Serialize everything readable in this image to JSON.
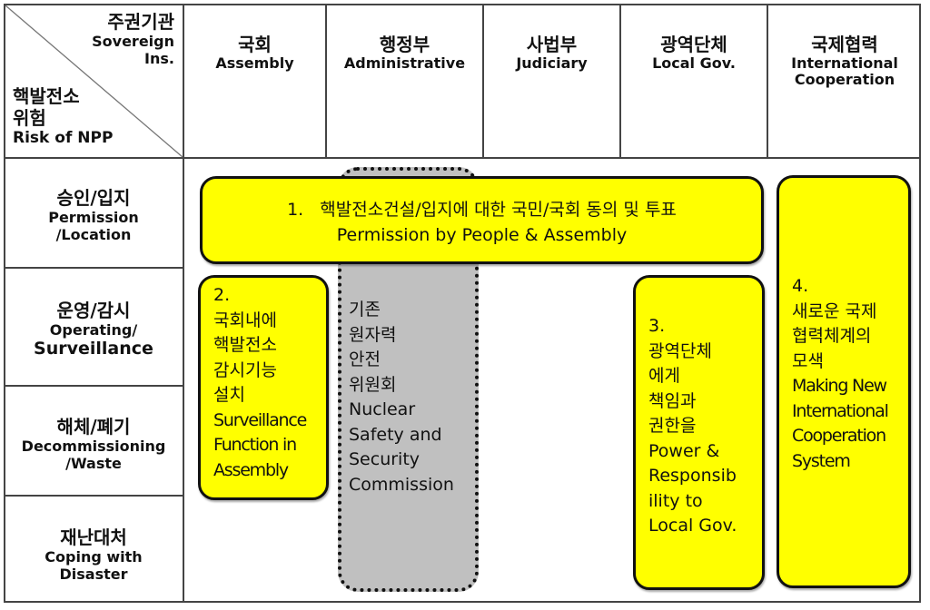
{
  "header": {
    "corner": {
      "top_kr": "주권기관",
      "top_en_1": "Sovereign",
      "top_en_2": "Ins.",
      "bottom_kr_1": "핵발전소",
      "bottom_kr_2": "위험",
      "bottom_en": "Risk of NPP"
    },
    "columns": [
      {
        "kr": "국회",
        "en": "Assembly"
      },
      {
        "kr": "행정부",
        "en": "Administrative"
      },
      {
        "kr": "사법부",
        "en": "Judiciary"
      },
      {
        "kr": "광역단체",
        "en": "Local Gov."
      },
      {
        "kr": "국제협력",
        "en_1": "International",
        "en_2": "Cooperation"
      }
    ]
  },
  "rows": [
    {
      "kr": "승인/입지",
      "en_1": "Permission",
      "en_2": "/Location"
    },
    {
      "kr": "운영/감시",
      "en_1": "Operating/",
      "en_2": "Surveillance"
    },
    {
      "kr": "해체/폐기",
      "en_1": "Decommissioning",
      "en_2": "/Waste"
    },
    {
      "kr": "재난대처",
      "en_1": "Coping with",
      "en_2": "Disaster"
    }
  ],
  "boxes": {
    "box1": {
      "line_1": "1.   핵발전소건설/입지에 대한 국민/국회 동의 및 투표",
      "line_2": "Permission by People & Assembly"
    },
    "box2": {
      "lines": [
        "2.",
        "국회내에",
        "핵발전소",
        "감시기능",
        "설치",
        "Surveillance",
        "Function in",
        "Assembly"
      ]
    },
    "existing": {
      "lines": [
        "기존",
        "원자력",
        "안전",
        "위원회",
        "Nuclear",
        "Safety and",
        "Security",
        "Commission"
      ]
    },
    "box3": {
      "lines": [
        "3.",
        "광역단체",
        "에게",
        "책임과",
        "권한을",
        "Power &",
        "Responsib",
        "ility to",
        "Local Gov."
      ]
    },
    "box4": {
      "lines": [
        "4.",
        "새로운 국제",
        "협력체계의",
        "모색",
        "Making New",
        "International",
        "Cooperation",
        "System"
      ]
    }
  },
  "colors": {
    "highlight": "#ffff00",
    "existing_body": "#c0c0c0",
    "grid": "#444444"
  }
}
